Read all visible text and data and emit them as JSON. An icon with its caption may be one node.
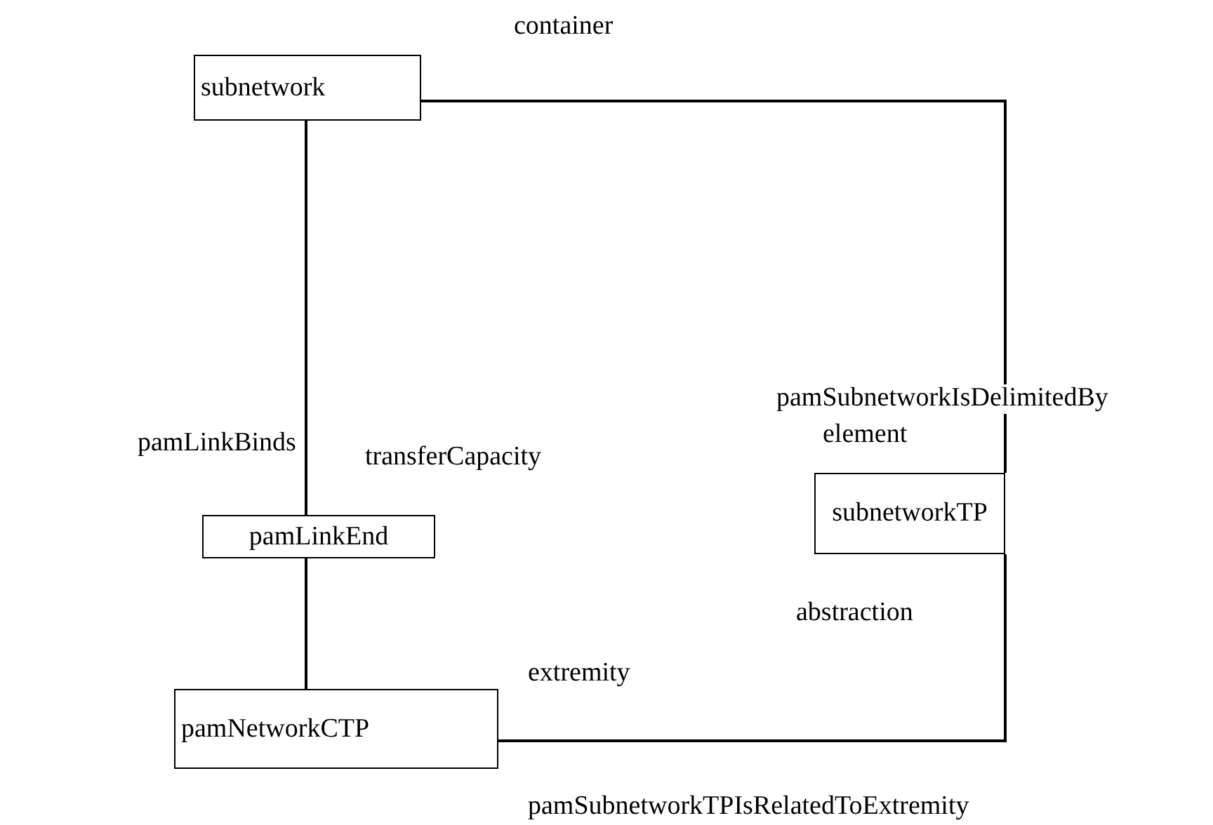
{
  "diagram": {
    "nodes": [
      {
        "text": [
          "subnetwork"
        ]
      },
      {
        "text": [
          "pamLinkEnd"
        ]
      },
      {
        "text": [
          "subnetworkTP"
        ]
      },
      {
        "text": [
          "pamNetworkCTP"
        ]
      }
    ],
    "edges": [
      {
        "from": 0,
        "to": 2,
        "arrow": "none",
        "label": "pamSubnetworkIsDelimitedBy"
      },
      {
        "from": 0,
        "to": 1,
        "arrow": "none",
        "label": "pamLinkBinds"
      },
      {
        "from": 1,
        "to": 3,
        "arrow": "none"
      },
      {
        "from": 2,
        "to": 3,
        "arrow": "none",
        "label": "pamSubnetworkTPIsRelatedToExtremity"
      }
    ],
    "labels": [
      "container",
      "transferCapacity",
      "element",
      "abstraction",
      "extremity"
    ]
  }
}
